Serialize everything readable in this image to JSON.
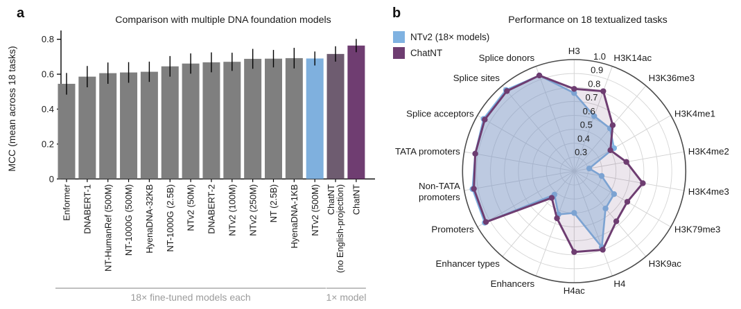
{
  "panel_a": {
    "label": "a",
    "title": "Comparison with multiple DNA foundation models",
    "ylabel": "MCC (mean across 18 tasks)",
    "group_annotations": [
      {
        "text": "18× fine-tuned models each",
        "start_index": 0,
        "end_index": 12
      },
      {
        "text": "1× model",
        "start_index": 13,
        "end_index": 14
      }
    ]
  },
  "panel_b": {
    "label": "b",
    "title": "Performance on 18 textualized tasks",
    "legend": [
      {
        "label": "NTv2 (18× models)",
        "color": "#7fb2e1"
      },
      {
        "label": "ChatNT",
        "color": "#6e3d71"
      }
    ]
  },
  "chart_data": [
    {
      "type": "bar",
      "title": "Comparison with multiple DNA foundation models",
      "ylabel": "MCC (mean across 18 tasks)",
      "ylim": [
        0,
        0.85
      ],
      "yticks": [
        0,
        0.2,
        0.4,
        0.6,
        0.8
      ],
      "categories": [
        "Enformer",
        "DNABERT-1",
        "NT-HumanRef (500M)",
        "NT-1000G (500M)",
        "HyenaDNA-32KB",
        "NT-1000G (2.5B)",
        "NTv2 (50M)",
        "DNABERT-2",
        "NTv2 (100M)",
        "NTv2 (250M)",
        "NT (2.5B)",
        "HyenaDNA-1KB",
        "NTv2 (500M)",
        "ChatNT\n(no English-projection)",
        "ChatNT"
      ],
      "values": [
        0.545,
        0.586,
        0.606,
        0.61,
        0.614,
        0.645,
        0.661,
        0.668,
        0.671,
        0.688,
        0.689,
        0.692,
        0.69,
        0.716,
        0.764
      ],
      "errors": [
        0.062,
        0.061,
        0.061,
        0.059,
        0.058,
        0.059,
        0.058,
        0.057,
        0.052,
        0.057,
        0.05,
        0.059,
        0.04,
        0.044,
        0.038
      ],
      "bar_colors": [
        "#7f7f7f",
        "#7f7f7f",
        "#7f7f7f",
        "#7f7f7f",
        "#7f7f7f",
        "#7f7f7f",
        "#7f7f7f",
        "#7f7f7f",
        "#7f7f7f",
        "#7f7f7f",
        "#7f7f7f",
        "#7f7f7f",
        "#7fb0de",
        "#6e5c70",
        "#6f3d71"
      ],
      "error_bar_color": "#000000",
      "annotation_color": "#9b9b9b"
    },
    {
      "type": "radar",
      "title": "Performance on 18 textualized tasks",
      "rmin": 0.2,
      "rmax": 1.0,
      "rticks": [
        0.3,
        0.4,
        0.5,
        0.6,
        0.7,
        0.8,
        0.9,
        1.0
      ],
      "categories": [
        "H3",
        "H3K14ac",
        "H3K36me3",
        "H3K4me1",
        "H3K4me2",
        "H3K4me3",
        "H3K79me3",
        "H3K9ac",
        "H4",
        "H4ac",
        "Enhancers",
        "Enhancer types",
        "Promoters",
        "Non-TATA\npromoters",
        "TATA promoters",
        "Splice acceptors",
        "Splice sites",
        "Splice donors"
      ],
      "series": [
        {
          "name": "NTv2 (18× models)",
          "color": "#7fb2e1",
          "values": [
            0.76,
            0.62,
            0.6,
            0.53,
            0.31,
            0.4,
            0.53,
            0.55,
            0.78,
            0.5,
            0.53,
            0.42,
            0.94,
            0.94,
            0.92,
            0.95,
            0.96,
            0.93
          ]
        },
        {
          "name": "ChatNT",
          "color": "#6e3d71",
          "values": [
            0.79,
            0.81,
            0.63,
            0.5,
            0.58,
            0.7,
            0.64,
            0.67,
            0.8,
            0.78,
            0.56,
            0.45,
            0.93,
            0.93,
            0.92,
            0.94,
            0.95,
            0.93
          ]
        }
      ],
      "grid_color": "#d5d5d5",
      "outer_ring_color": "#4a4a4a"
    }
  ]
}
